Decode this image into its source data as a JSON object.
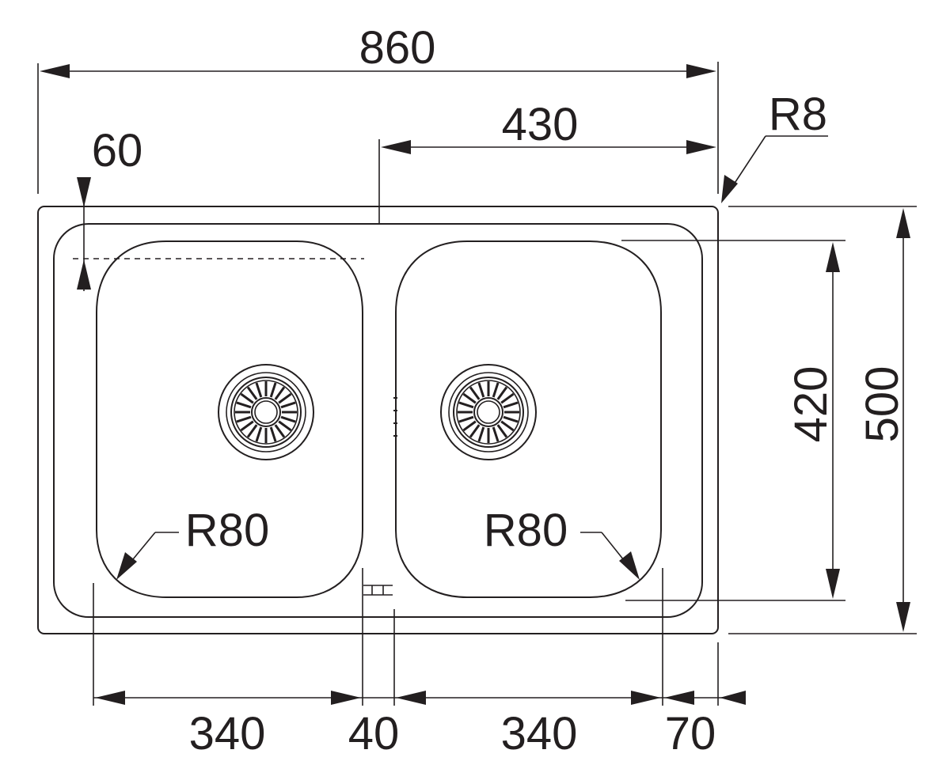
{
  "drawing": {
    "dimensions": {
      "overall_width": "860",
      "half_width": "430",
      "corner_radius": "R8",
      "rim_offset": "60",
      "bowl_depth": "420",
      "overall_depth": "500",
      "left_bowl_radius": "R80",
      "right_bowl_radius": "R80",
      "left_bowl_width": "340",
      "divider_width": "40",
      "right_bowl_width": "340",
      "right_margin": "70"
    },
    "colors": {
      "line": "#231f20",
      "background": "#ffffff"
    }
  }
}
